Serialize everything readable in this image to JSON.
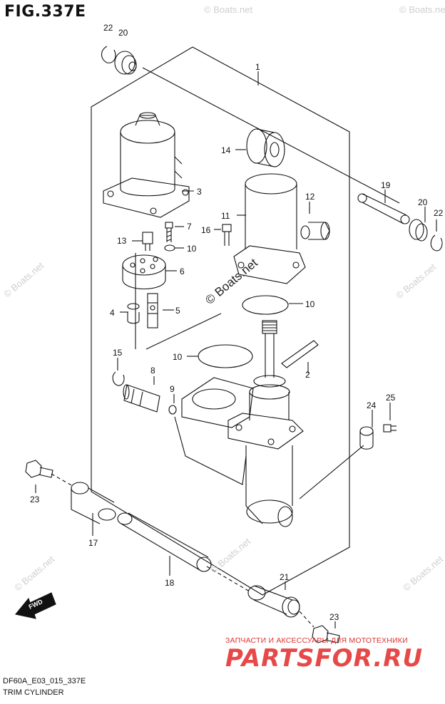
{
  "figure": {
    "title": "FIG.337E"
  },
  "callouts": {
    "c1": "1",
    "c2": "2",
    "c3": "3",
    "c4": "4",
    "c5": "5",
    "c6": "6",
    "c7": "7",
    "c8": "8",
    "c9": "9",
    "c10a": "10",
    "c10b": "10",
    "c10c": "10",
    "c11": "11",
    "c12": "12",
    "c13": "13",
    "c14": "14",
    "c15": "15",
    "c16": "16",
    "c17": "17",
    "c18": "18",
    "c19": "19",
    "c20a": "20",
    "c20b": "20",
    "c21": "21",
    "c22a": "22",
    "c22b": "22",
    "c23a": "23",
    "c23b": "23",
    "c24": "24",
    "c25": "25"
  },
  "fwd_label": "FWD",
  "watermarks": {
    "boats": "© Boats.net",
    "center": "© Boats.net"
  },
  "footer": {
    "code": "DF60A_E03_015_337E",
    "name": "TRIM CYLINDER"
  },
  "shop": {
    "tagline": "ЗАПЧАСТИ И АКСЕССУАРЫ ДЛЯ МОТОТЕХНИКИ",
    "logo": "PARTSFOR.RU"
  },
  "colors": {
    "line": "#111111",
    "watermark": "#cfcfcf",
    "shop": "#e53535"
  }
}
